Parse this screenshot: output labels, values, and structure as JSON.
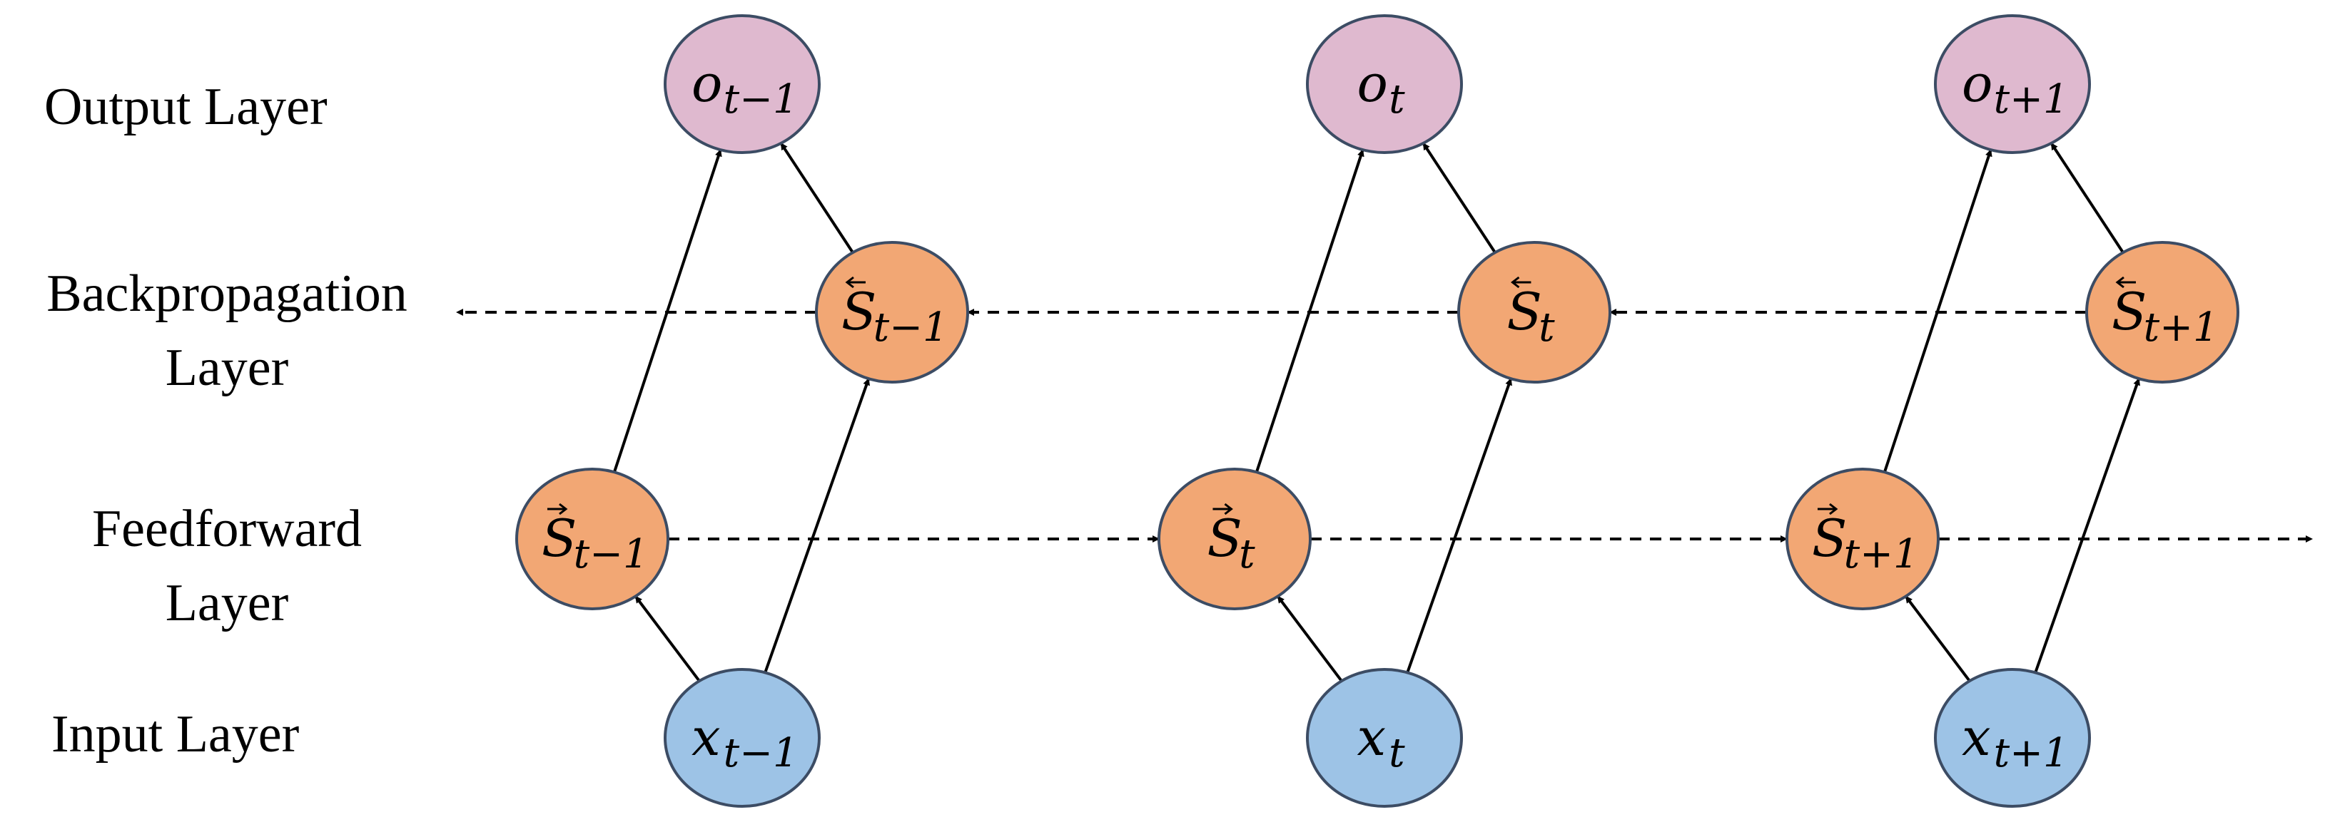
{
  "layers": {
    "output": "Output Layer",
    "backprop_line1": "Backpropagation",
    "backprop_line2": "Layer",
    "feedforward_line1": "Feedforward",
    "feedforward_line2": "Layer",
    "input": "Input Layer"
  },
  "steps": [
    {
      "output": "o",
      "output_sub": "t−1",
      "backward": "S",
      "backward_sub": "t−1",
      "forward": "S",
      "forward_sub": "t−1",
      "input": "x",
      "input_sub": "t−1"
    },
    {
      "output": "o",
      "output_sub": "t",
      "backward": "S",
      "backward_sub": "t",
      "forward": "S",
      "forward_sub": "t",
      "input": "x",
      "input_sub": "t"
    },
    {
      "output": "o",
      "output_sub": "t+1",
      "backward": "S",
      "backward_sub": "t+1",
      "forward": "S",
      "forward_sub": "t+1",
      "input": "x",
      "input_sub": "t+1"
    }
  ],
  "colors": {
    "output_fill": "#dfb9cf",
    "hidden_fill": "#f2a774",
    "input_fill": "#9dc3e6",
    "stroke": "#3c4c64",
    "edge": "#000000"
  }
}
